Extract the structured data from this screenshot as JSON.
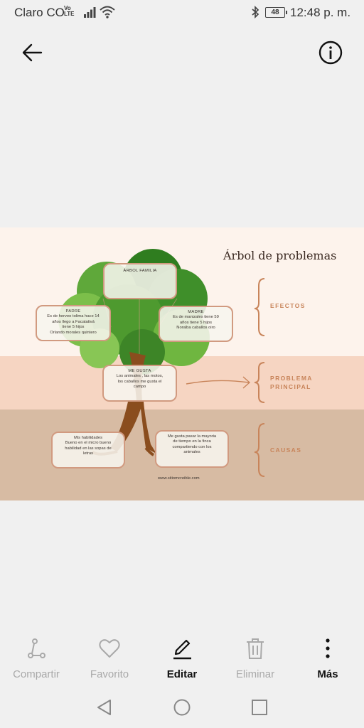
{
  "status": {
    "carrier": "Claro CO",
    "volte_top": "Vo",
    "volte_bottom": "LTE",
    "battery": "48",
    "time": "12:48 p. m."
  },
  "topbar": {
    "back_icon": "arrow-left-icon",
    "info_icon": "info-circle-icon"
  },
  "image": {
    "title": "Árbol de problemas",
    "labels": {
      "efectos": "EFECTOS",
      "problema_1": "PROBLEMA",
      "problema_2": "PRINCIPAL",
      "causas": "CAUSAS"
    },
    "cards": {
      "arbol": {
        "title": "ÁRBOL FAMILIA"
      },
      "padre": {
        "title": "PADRE",
        "lines": [
          "Es de herveo tolima hace 14",
          "años llego a Facatativá",
          "tiene 5 hijos",
          "Orlando morales quintero"
        ]
      },
      "madre": {
        "title": "MADRE",
        "lines": [
          "Es de manizales tiene 59",
          "años tiene 5 hijos",
          "Noralba caballos oiro"
        ]
      },
      "megusta": {
        "title": "ME GUSTA",
        "lines": [
          "Los animales , las motos,",
          "los caballos me gusta el",
          "campo"
        ]
      },
      "habilidades": {
        "lines": [
          "Mis habilidades",
          "Bueno en el micro bueno",
          "habilidad en las sopas de",
          "letras"
        ]
      },
      "campo": {
        "lines": [
          "Me gusta pasar la mayoria",
          "de tiempo en la finca",
          "compartiendo con los",
          "animales"
        ]
      }
    },
    "site": "www.sitiomcreible.com"
  },
  "actions": {
    "share": {
      "label": "Compartir",
      "icon": "share-icon"
    },
    "favorite": {
      "label": "Favorito",
      "icon": "heart-icon"
    },
    "edit": {
      "label": "Editar",
      "icon": "pencil-icon"
    },
    "delete": {
      "label": "Eliminar",
      "icon": "trash-icon"
    },
    "more": {
      "label": "Más",
      "icon": "more-vertical-icon"
    }
  },
  "colors": {
    "band_top": "#fdf3ec",
    "band_middle": "#f6d5c2",
    "band_bottom": "#d7bba3",
    "accent": "#c8845a",
    "card_border": "#d19a80"
  }
}
